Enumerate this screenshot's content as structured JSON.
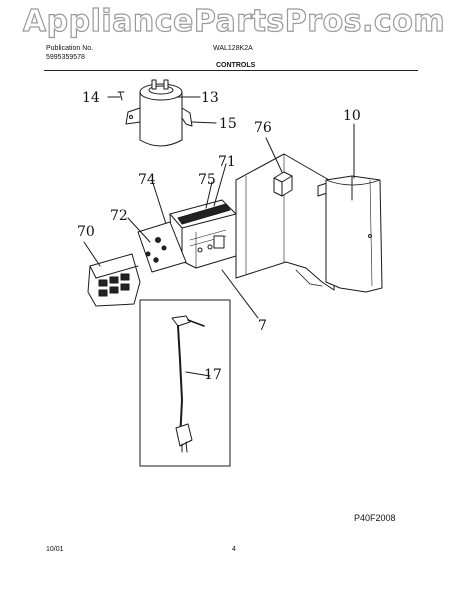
{
  "watermark": "AppliancePartsPros.com",
  "header": {
    "publication_label": "Publication No.",
    "publication_number": "5995359578",
    "model": "WAL128K2A",
    "section_title": "CONTROLS"
  },
  "callouts": {
    "p14": "14",
    "p13": "13",
    "p15": "15",
    "p76": "76",
    "p10": "10",
    "p71": "71",
    "p74": "74",
    "p75": "75",
    "p70": "70",
    "p72": "72",
    "p7": "7",
    "p17": "17"
  },
  "footer": {
    "figure_code": "P40F2008",
    "date": "10/01",
    "page": "4"
  }
}
